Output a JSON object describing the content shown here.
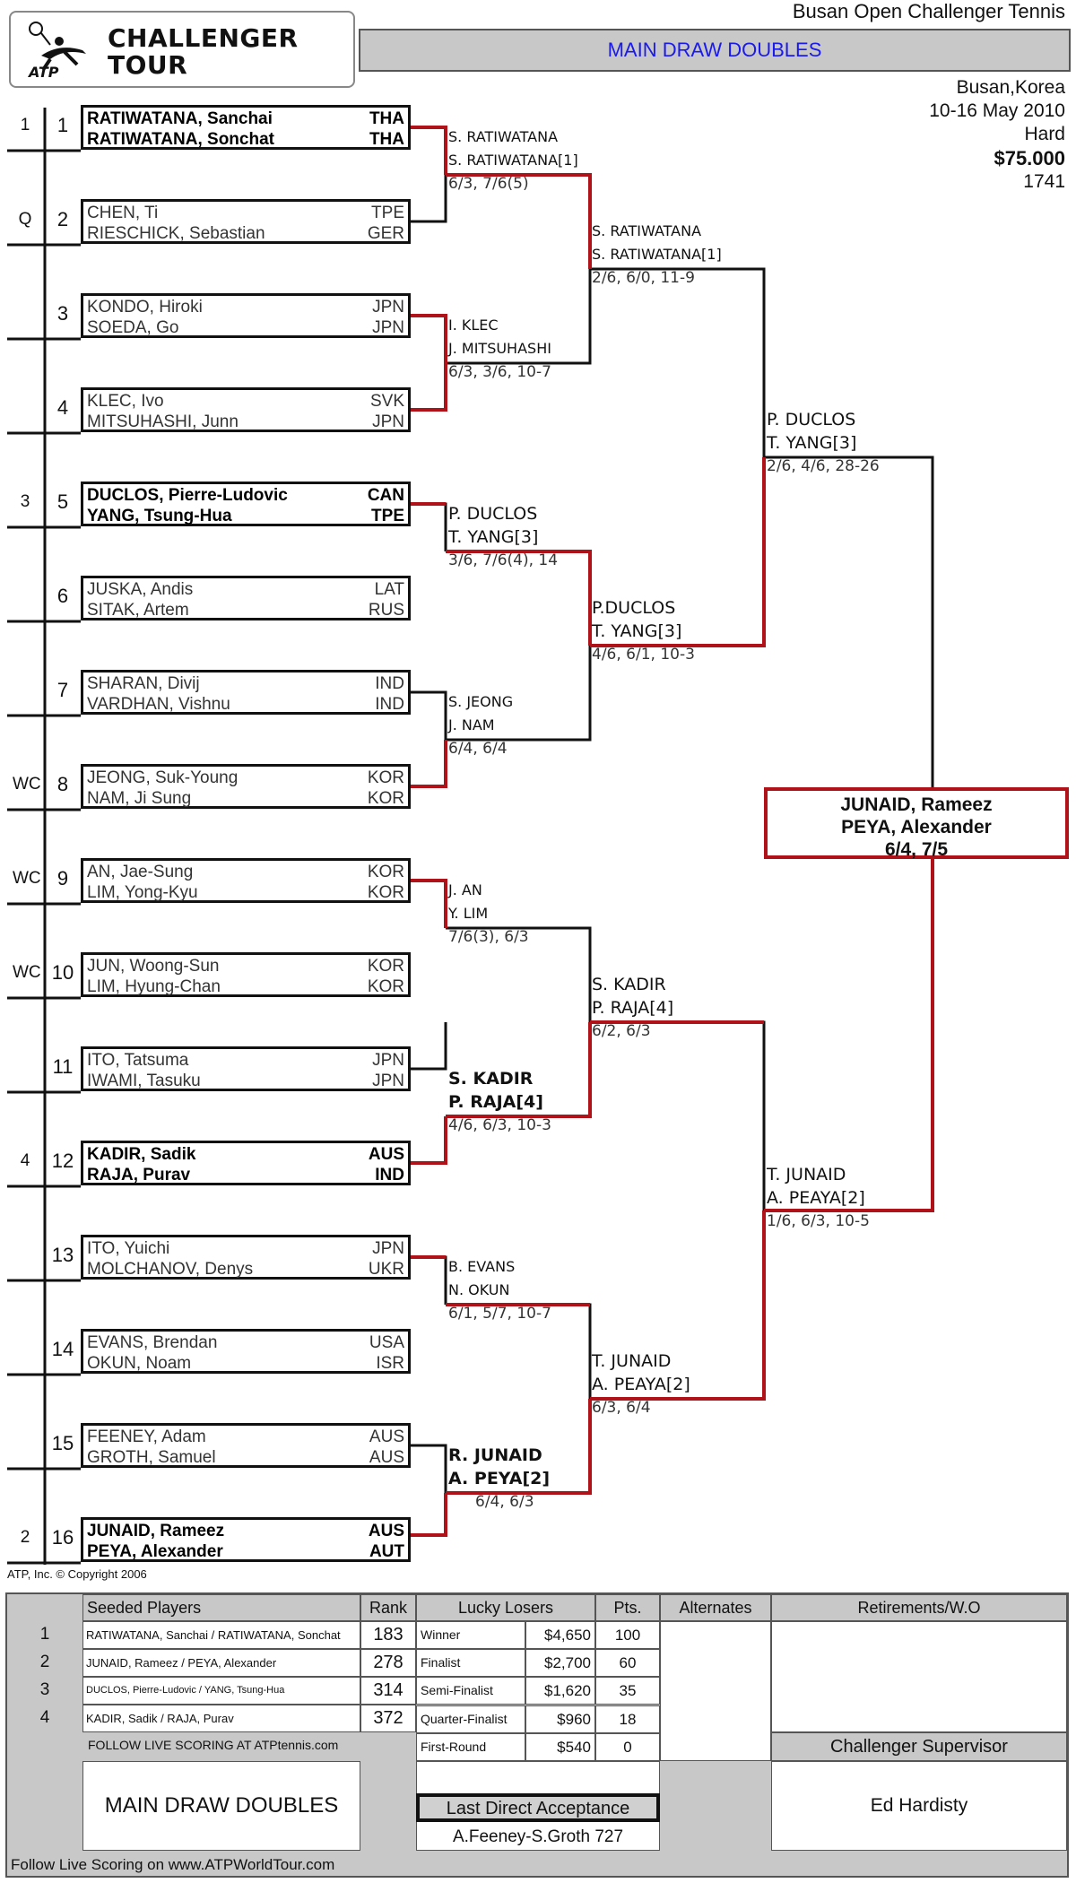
{
  "header": {
    "logo_top": "CHALLENGER",
    "logo_bottom": "TOUR",
    "logo_atp": "ATP",
    "tournament": "Busan Open Challenger Tennis",
    "banner": "MAIN DRAW DOUBLES",
    "location": "Busan,Korea",
    "dates": "10-16 May 2010",
    "surface": "Hard",
    "prize": "$75.000",
    "code": "1741"
  },
  "entries": [
    {
      "pos": "1",
      "seed": "1",
      "p1": "RATIWATANA, Sanchai",
      "c1": "THA",
      "p2": "RATIWATANA, Sonchat",
      "c2": "THA",
      "bold": true
    },
    {
      "pos": "2",
      "seed": "Q",
      "p1": "CHEN, Ti",
      "c1": "TPE",
      "p2": "RIESCHICK, Sebastian",
      "c2": "GER",
      "bold": false
    },
    {
      "pos": "3",
      "seed": "",
      "p1": "KONDO, Hiroki",
      "c1": "JPN",
      "p2": "SOEDA, Go",
      "c2": "JPN",
      "bold": false
    },
    {
      "pos": "4",
      "seed": "",
      "p1": "KLEC, Ivo",
      "c1": "SVK",
      "p2": "MITSUHASHI, Junn",
      "c2": "JPN",
      "bold": false
    },
    {
      "pos": "5",
      "seed": "3",
      "p1": "DUCLOS, Pierre-Ludovic",
      "c1": "CAN",
      "p2": "YANG, Tsung-Hua",
      "c2": "TPE",
      "bold": true
    },
    {
      "pos": "6",
      "seed": "",
      "p1": "JUSKA, Andis",
      "c1": "LAT",
      "p2": "SITAK, Artem",
      "c2": "RUS",
      "bold": false
    },
    {
      "pos": "7",
      "seed": "",
      "p1": "SHARAN, Divij",
      "c1": "IND",
      "p2": "VARDHAN, Vishnu",
      "c2": "IND",
      "bold": false
    },
    {
      "pos": "8",
      "seed": "WC",
      "p1": "JEONG, Suk-Young",
      "c1": "KOR",
      "p2": "NAM, Ji Sung",
      "c2": "KOR",
      "bold": false
    },
    {
      "pos": "9",
      "seed": "WC",
      "p1": "AN, Jae-Sung",
      "c1": "KOR",
      "p2": "LIM, Yong-Kyu",
      "c2": "KOR",
      "bold": false
    },
    {
      "pos": "10",
      "seed": "WC",
      "p1": "JUN, Woong-Sun",
      "c1": "KOR",
      "p2": "LIM, Hyung-Chan",
      "c2": "KOR",
      "bold": false
    },
    {
      "pos": "11",
      "seed": "",
      "p1": "ITO, Tatsuma",
      "c1": "JPN",
      "p2": "IWAMI, Tasuku",
      "c2": "JPN",
      "bold": false
    },
    {
      "pos": "12",
      "seed": "4",
      "p1": "KADIR, Sadik",
      "c1": "AUS",
      "p2": "RAJA, Purav",
      "c2": "IND",
      "bold": true
    },
    {
      "pos": "13",
      "seed": "",
      "p1": "ITO, Yuichi",
      "c1": "JPN",
      "p2": "MOLCHANOV, Denys",
      "c2": "UKR",
      "bold": false
    },
    {
      "pos": "14",
      "seed": "",
      "p1": "EVANS, Brendan",
      "c1": "USA",
      "p2": "OKUN, Noam",
      "c2": "ISR",
      "bold": false
    },
    {
      "pos": "15",
      "seed": "",
      "p1": "FEENEY, Adam",
      "c1": "AUS",
      "p2": "GROTH, Samuel",
      "c2": "AUS",
      "bold": false
    },
    {
      "pos": "16",
      "seed": "2",
      "p1": "JUNAID, Rameez",
      "c1": "AUS",
      "p2": "PEYA, Alexander",
      "c2": "AUT",
      "bold": true
    }
  ],
  "round2": [
    {
      "l1": "S. RATIWATANA",
      "l2": "S. RATIWATANA[1]",
      "score": "6/3, 7/6(5)"
    },
    {
      "l1": "I. KLEC",
      "l2": "J. MITSUHASHI",
      "score": "6/3, 3/6, 10-7"
    },
    {
      "l1": "P. DUCLOS",
      "l2": "T. YANG[3]",
      "score": "3/6, 7/6(4), 14"
    },
    {
      "l1": "S. JEONG",
      "l2": "J. NAM",
      "score": "6/4, 6/4"
    },
    {
      "l1": "J. AN",
      "l2": "Y. LIM",
      "score": "7/6(3), 6/3"
    },
    {
      "l1": "S. KADIR",
      "l2": "P. RAJA[4]",
      "score": "4/6, 6/3, 10-3"
    },
    {
      "l1": "B. EVANS",
      "l2": "N. OKUN",
      "score": "6/1, 5/7, 10-7"
    },
    {
      "l1": "R. JUNAID",
      "l2": "A. PEYA[2]",
      "score": "6/4, 6/3"
    }
  ],
  "semis": [
    {
      "l1": "S. RATIWATANA",
      "l2": "S. RATIWATANA[1]",
      "score": "2/6, 6/0, 11-9"
    },
    {
      "l1": "P.DUCLOS",
      "l2": "T. YANG[3]",
      "score": "4/6, 6/1, 10-3"
    },
    {
      "l1": "S. KADIR",
      "l2": "P. RAJA[4]",
      "score": "6/2, 6/3"
    },
    {
      "l1": "T. JUNAID",
      "l2": "A. PEAYA[2]",
      "score": "6/3, 6/4"
    }
  ],
  "finals": [
    {
      "l1": "P. DUCLOS",
      "l2": "T. YANG[3]",
      "score": "2/6, 4/6, 28-26"
    },
    {
      "l1": "T. JUNAID",
      "l2": "A. PEAYA[2]",
      "score": "1/6, 6/3, 10-5"
    }
  ],
  "champion": {
    "l1": "JUNAID, Rameez",
    "l2": "PEYA, Alexander",
    "score": "6/4, 7/5"
  },
  "copyright": "ATP, Inc. © Copyright 2006",
  "seeded": {
    "header_players": "Seeded Players",
    "header_rank": "Rank",
    "rows": [
      {
        "num": "1",
        "names": "RATIWATANA, Sanchai / RATIWATANA, Sonchat",
        "rank": "183"
      },
      {
        "num": "2",
        "names": "JUNAID, Rameez / PEYA, Alexander",
        "rank": "278"
      },
      {
        "num": "3",
        "names": "DUCLOS, Pierre-Ludovic / YANG, Tsung-Hua",
        "rank": "314"
      },
      {
        "num": "4",
        "names": "KADIR, Sadik / RAJA, Purav",
        "rank": "372"
      }
    ]
  },
  "lucky": {
    "header": "Lucky Losers",
    "header_pts": "Pts.",
    "rows": [
      {
        "round": "Winner",
        "money": "$4,650",
        "pts": "100"
      },
      {
        "round": "Finalist",
        "money": "$2,700",
        "pts": "60"
      },
      {
        "round": "Semi-Finalist",
        "money": "$1,620",
        "pts": "35"
      },
      {
        "round": "Quarter-Finalist",
        "money": "$960",
        "pts": "18"
      },
      {
        "round": "First-Round",
        "money": "$540",
        "pts": "0"
      }
    ]
  },
  "alternates": {
    "header": "Alternates"
  },
  "retirements": {
    "header": "Retirements/W.O"
  },
  "supervisor": {
    "header": "Challenger Supervisor",
    "name": "Ed Hardisty"
  },
  "follow_small": "FOLLOW LIVE SCORING AT ATPtennis.com",
  "main_draw_label": "MAIN DRAW DOUBLES",
  "lda": {
    "header": "Last Direct Acceptance",
    "value": "A.Feeney-S.Groth 727"
  },
  "footer": "Follow Live Scoring on www.ATPWorldTour.com",
  "colors": {
    "accent_red": "#b0121a",
    "banner_blue": "#1a1aee",
    "panel_gray": "#c8c8c8"
  }
}
